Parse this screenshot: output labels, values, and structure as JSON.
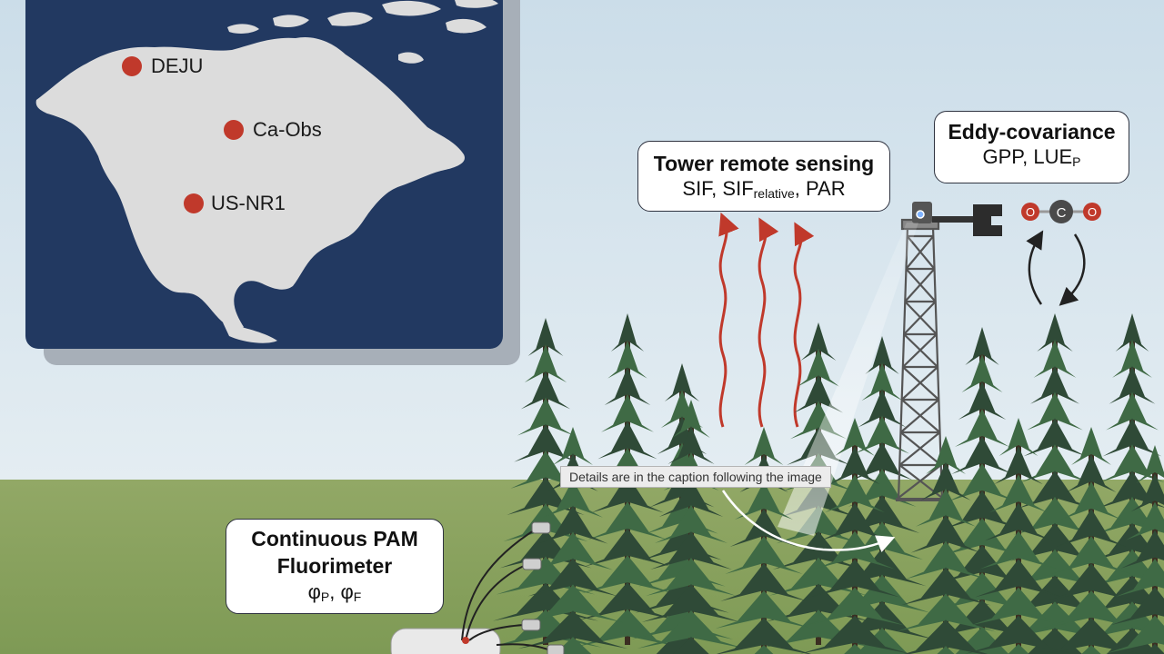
{
  "map": {
    "sites": [
      {
        "name": "DEJU"
      },
      {
        "name": "Ca-Obs"
      },
      {
        "name": "US-NR1"
      }
    ]
  },
  "tower_box": {
    "title": "Tower remote sensing",
    "line_a": "SIF, SIF",
    "line_sub": "relative",
    "line_b": ", PAR"
  },
  "eddy_box": {
    "title": "Eddy-covariance",
    "line_a": "GPP, LUE",
    "line_sub": "P"
  },
  "pam_box": {
    "title_1": "Continuous PAM",
    "title_2": "Fluorimeter",
    "phi": "φ",
    "sub_p": "P",
    "sep": ", ",
    "sub_f": "F"
  },
  "co2": {
    "o_left": "O",
    "c": "C",
    "o_right": "O"
  },
  "tooltip": "Details are in the caption following the image",
  "colors": {
    "sky": "#dbe8f0",
    "ground": "#8da35f",
    "map_ocean": "#223961",
    "land": "#dcdcdc",
    "site_dot": "#c0392b",
    "tree_dark": "#2f4a37",
    "tree_mid": "#3f6a45",
    "wave": "#c0392b"
  }
}
